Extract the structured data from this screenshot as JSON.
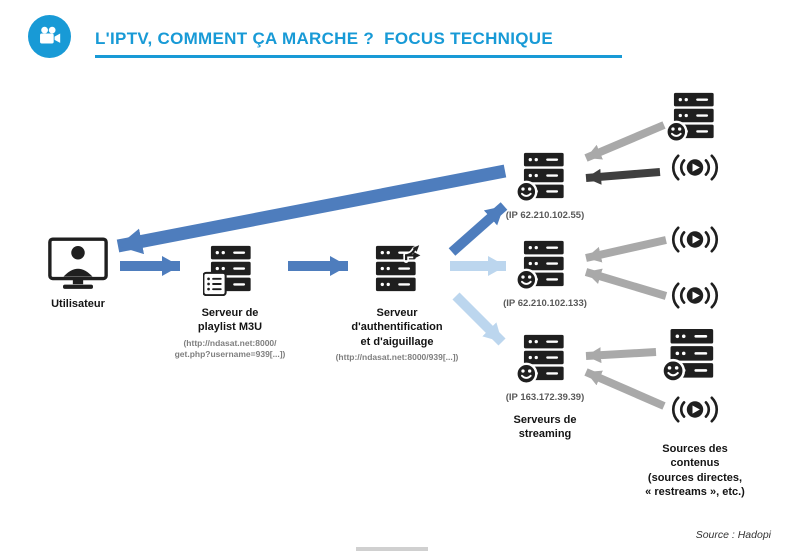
{
  "header": {
    "title": "L'IPTV, COMMENT ÇA MARCHE ?  FOCUS TECHNIQUE"
  },
  "nodes": {
    "user": {
      "label": "Utilisateur"
    },
    "playlist_server": {
      "title": "Serveur de\nplaylist M3U",
      "url": "(http://ndasat.net:8000/\nget.php?username=939[...])"
    },
    "auth_server": {
      "title": "Serveur\nd'authentification\net d'aiguillage",
      "url": "(http://ndasat.net:8000/939[...])"
    },
    "streaming": {
      "label": "Serveurs de\nstreaming",
      "servers": [
        {
          "ip": "(IP 62.210.102.55)"
        },
        {
          "ip": "(IP 62.210.102.133)"
        },
        {
          "ip": "(IP 163.172.39.39)"
        }
      ]
    },
    "sources": {
      "label": "Sources des\ncontenus\n(sources directes,\n« restreams », etc.)"
    }
  },
  "connections": [
    {
      "from": "utilisateur",
      "to": "serveur-playlist-m3u",
      "style": "blue"
    },
    {
      "from": "serveur-playlist-m3u",
      "to": "serveur-authentification",
      "style": "blue"
    },
    {
      "from": "serveur-authentification",
      "to": "streaming-server-1",
      "style": "blue"
    },
    {
      "from": "serveur-authentification",
      "to": "streaming-server-2",
      "style": "light-blue"
    },
    {
      "from": "serveur-authentification",
      "to": "streaming-server-3",
      "style": "light-blue"
    },
    {
      "from": "streaming-server-1",
      "to": "utilisateur",
      "style": "blue-large"
    },
    {
      "from": "source-server-1",
      "to": "streaming-server-1",
      "style": "gray"
    },
    {
      "from": "source-stream-1",
      "to": "streaming-server-1",
      "style": "dark"
    },
    {
      "from": "source-stream-2",
      "to": "streaming-server-2",
      "style": "gray"
    },
    {
      "from": "source-stream-3",
      "to": "streaming-server-2",
      "style": "gray"
    },
    {
      "from": "source-server-2",
      "to": "streaming-server-3",
      "style": "gray"
    },
    {
      "from": "source-stream-4",
      "to": "streaming-server-3",
      "style": "gray"
    }
  ],
  "footer": {
    "source": "Source : Hadopi"
  },
  "colors": {
    "accent": "#189AD6",
    "arrow_blue": "#4E7DBD",
    "arrow_light_blue": "#BCD6EE",
    "arrow_gray": "#A9A9A9",
    "arrow_dark": "#3F3F3F",
    "icon_black": "#1F1F1F"
  }
}
